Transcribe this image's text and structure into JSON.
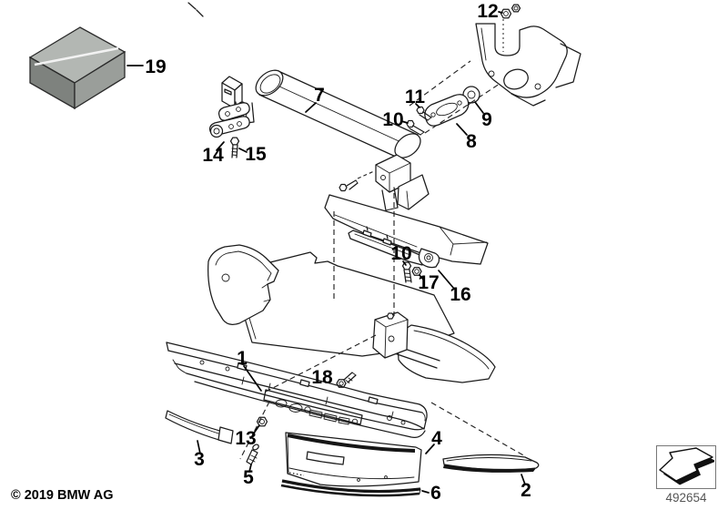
{
  "footer": {
    "copyright": "© 2019 BMW AG",
    "diagram_number": "492654"
  },
  "labels": {
    "n19": "19",
    "n12": "12",
    "n7": "7",
    "n11": "11",
    "n10a": "10",
    "n9": "9",
    "n8": "8",
    "n14": "14",
    "n15": "15",
    "n10b": "10",
    "n17": "17",
    "n16": "16",
    "n1": "1",
    "n18": "18",
    "n13": "13",
    "n3": "3",
    "n5": "5",
    "n4": "4",
    "n6": "6",
    "n2": "2"
  },
  "icons": {
    "direction_arrow": "direction-of-travel-arrow"
  },
  "colors": {
    "line": "#1b1b1b",
    "kit_box_top": "#b3b7b3",
    "kit_box_front": "#7e827e",
    "kit_box_side": "#9a9e9a",
    "diagram_number_text": "#555555"
  }
}
